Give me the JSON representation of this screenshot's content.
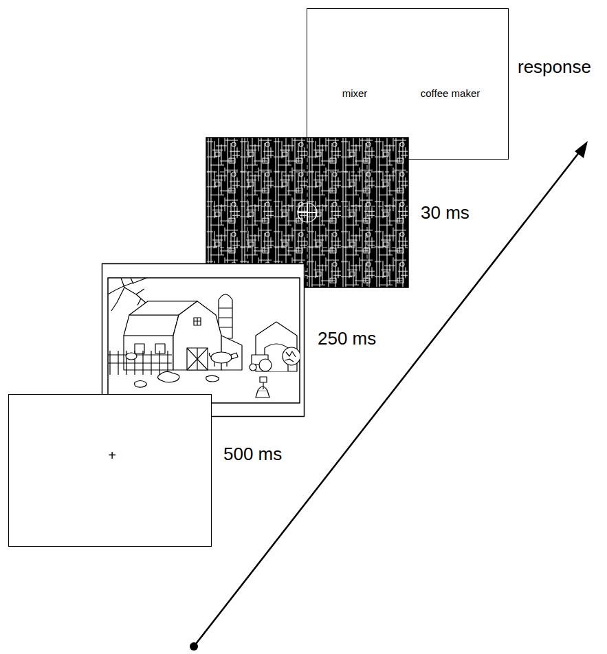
{
  "diagram": {
    "nodes": [
      {
        "text": [
          "+"
        ]
      },
      {
        "text": [
          "mixer",
          "coffee maker"
        ]
      }
    ],
    "labels": [
      "500 ms",
      "250 ms",
      "30 ms",
      "response"
    ]
  }
}
